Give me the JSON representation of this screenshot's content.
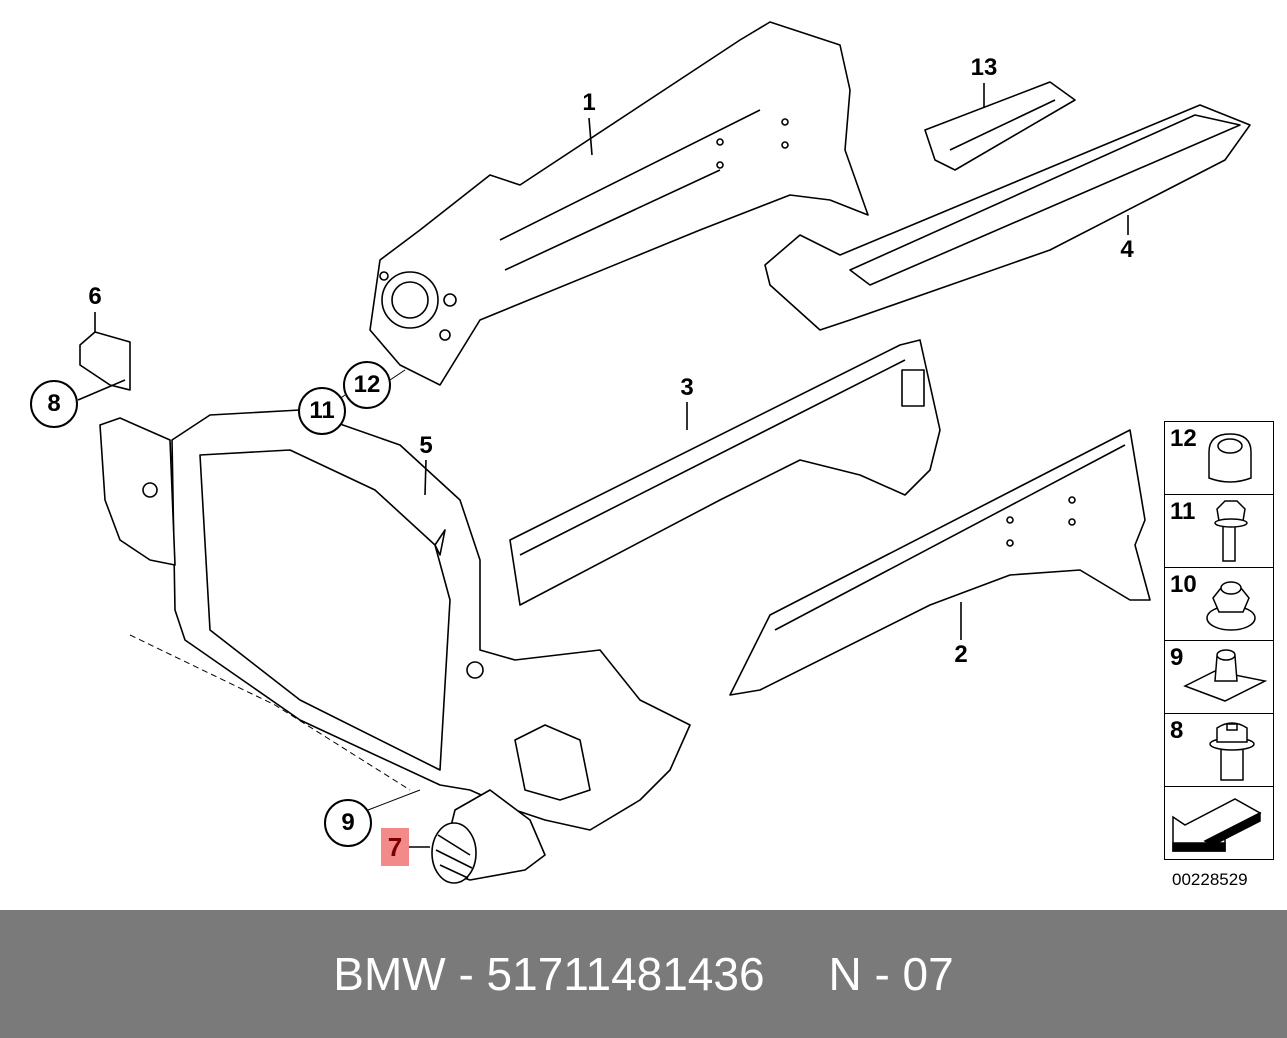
{
  "callouts": {
    "c1": "1",
    "c2": "2",
    "c3": "3",
    "c4": "4",
    "c5": "5",
    "c6": "6",
    "c7": "7",
    "c8": "8",
    "c9": "9",
    "c11": "11",
    "c12": "12",
    "c13": "13"
  },
  "legend": {
    "items": [
      {
        "number": "12",
        "icon": "grommet-cap-icon"
      },
      {
        "number": "11",
        "icon": "hex-screw-icon"
      },
      {
        "number": "10",
        "icon": "flange-nut-icon"
      },
      {
        "number": "9",
        "icon": "clip-nut-icon"
      },
      {
        "number": "8",
        "icon": "socket-bolt-icon"
      }
    ],
    "arrow_icon": "direction-arrow-icon"
  },
  "diagram_code": "00228529",
  "highlight_color": "#f28a8a",
  "footer": {
    "text": "BMW - 51711481436     N - 07"
  }
}
